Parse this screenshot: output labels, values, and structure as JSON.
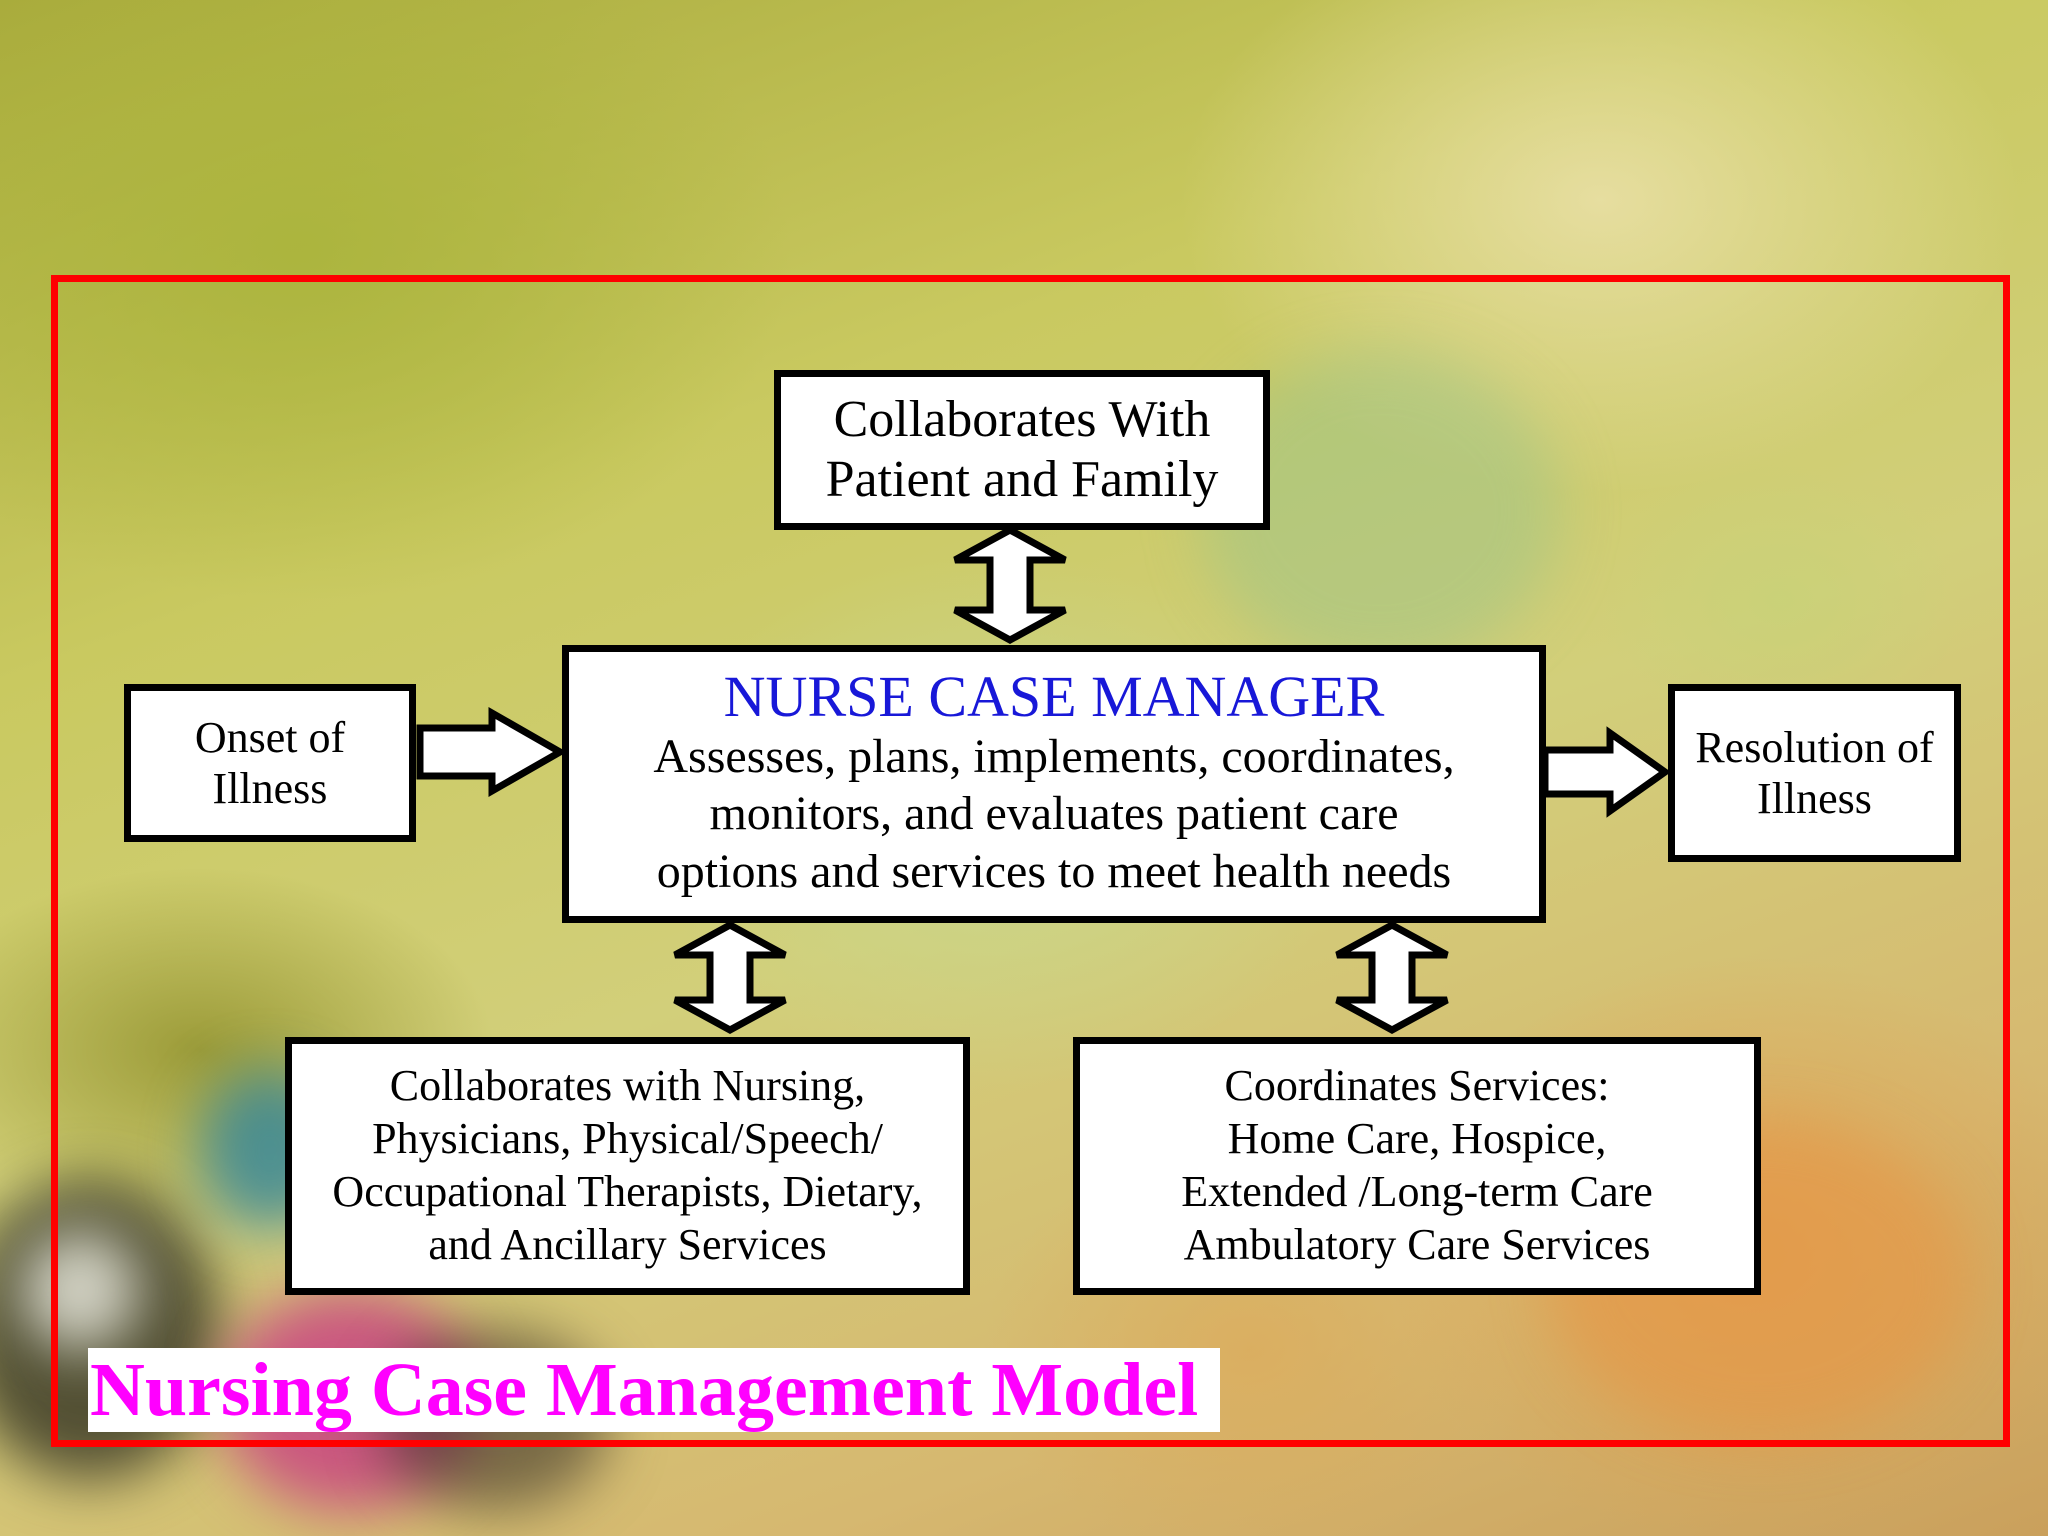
{
  "diagram": {
    "center": {
      "title": "NURSE CASE MANAGER",
      "lines": [
        "Assesses, plans, implements, coordinates,",
        "monitors, and evaluates patient care",
        "options and services to meet health needs"
      ]
    },
    "top": {
      "lines": [
        "Collaborates With",
        "Patient and Family"
      ]
    },
    "left": {
      "lines": [
        "Onset of",
        "Illness"
      ]
    },
    "right": {
      "lines": [
        "Resolution of",
        "Illness"
      ]
    },
    "bottom_left": {
      "lines": [
        "Collaborates with Nursing,",
        "Physicians, Physical/Speech/",
        "Occupational Therapists, Dietary,",
        "and Ancillary Services"
      ]
    },
    "bottom_right": {
      "lines": [
        "Coordinates Services:",
        "Home Care, Hospice,",
        "Extended /Long-term Care",
        "Ambulatory Care Services"
      ]
    },
    "caption": "Nursing Case Management Model"
  },
  "colors": {
    "frame": "#ff0000",
    "center_title": "#1818d8",
    "caption": "#ff00ff",
    "box_border": "#000000",
    "box_fill": "#ffffff"
  },
  "icons": {
    "center_to_top": "double-headed-vertical-arrow",
    "left_to_center": "right-arrow",
    "center_to_right": "right-arrow",
    "center_to_bottom_left": "double-headed-vertical-arrow",
    "center_to_bottom_right": "double-headed-vertical-arrow"
  }
}
